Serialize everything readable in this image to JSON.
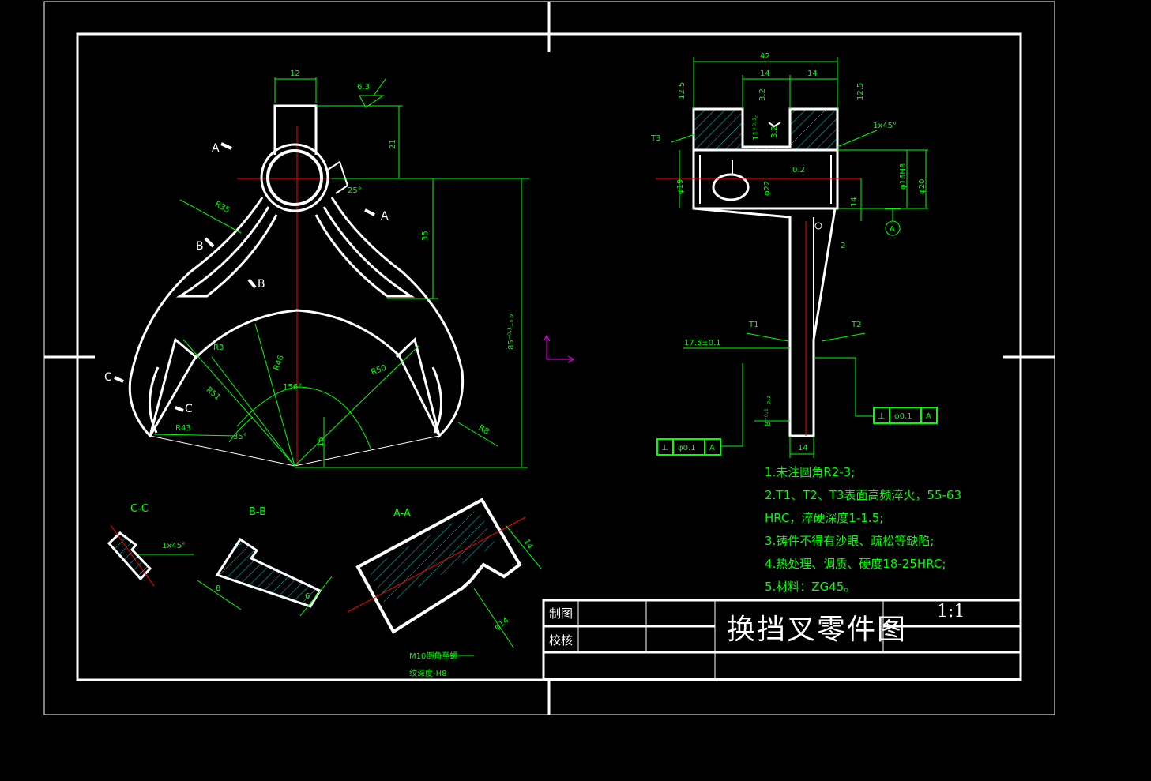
{
  "title_block": {
    "title": "换挡叉零件图",
    "scale": "1:1",
    "drawn_label": "制图",
    "checked_label": "校核"
  },
  "notes": [
    "1.未注圆角R2-3;",
    "2.T1、T2、T3表面高频淬火，55-63",
    "HRC，淬硬深度1-1.5;",
    "3.铸件不得有沙眼、疏松等缺陷;",
    "4.热处理、调质、硬度18-25HRC;",
    "5.材料：ZG45。"
  ],
  "section_labels": {
    "cc": "C-C",
    "bb": "B-B",
    "aa": "A-A",
    "a1": "A",
    "a2": "A",
    "b1": "B",
    "b2": "B",
    "c1": "C",
    "c2": "C"
  },
  "front_dims": {
    "d12": "12",
    "d21": "21",
    "d35": "35",
    "d85": "85⁻⁰·¹₋₀.₂",
    "r35": "R35",
    "r3": "R3",
    "r46": "R46",
    "r50": "R50",
    "r51": "R51",
    "r43": "R43",
    "a156": "156°",
    "a35": "35°",
    "a25": "25°",
    "d15": "15",
    "rough63": "6.3",
    "r8": "R8"
  },
  "side_dims": {
    "d42": "42",
    "d14a": "14",
    "d14b": "14",
    "d14c": "14",
    "d14d": "14",
    "d125a": "12.5",
    "d125b": "12.5",
    "d32a": "3.2",
    "d32b": "3.2",
    "d11": "11⁺⁰·³₀",
    "d1x45": "1x45°",
    "d02": "0.2",
    "phi19": "φ19",
    "phi22": "φ22",
    "phi16": "φ16H8",
    "phi20": "φ20",
    "d2": "2",
    "d175": "17.5±0.1",
    "d8": "8⁻⁰·¹₋₀.₂",
    "t1": "T1",
    "t2": "T2",
    "t3": "T3",
    "datum": "A",
    "tol1": "⊥",
    "tol1v": "φ0.1",
    "tol1d": "A",
    "tol2": "⊥",
    "tol2v": "φ0.1",
    "tol2d": "A"
  },
  "section_dims": {
    "cc_chamfer": "1x45°",
    "bb_8": "8",
    "bb_6": "6",
    "aa_14": "14",
    "aa_phi14": "φ14",
    "thread1": "M10倒角至螺",
    "thread2": "纹深度-H8"
  }
}
